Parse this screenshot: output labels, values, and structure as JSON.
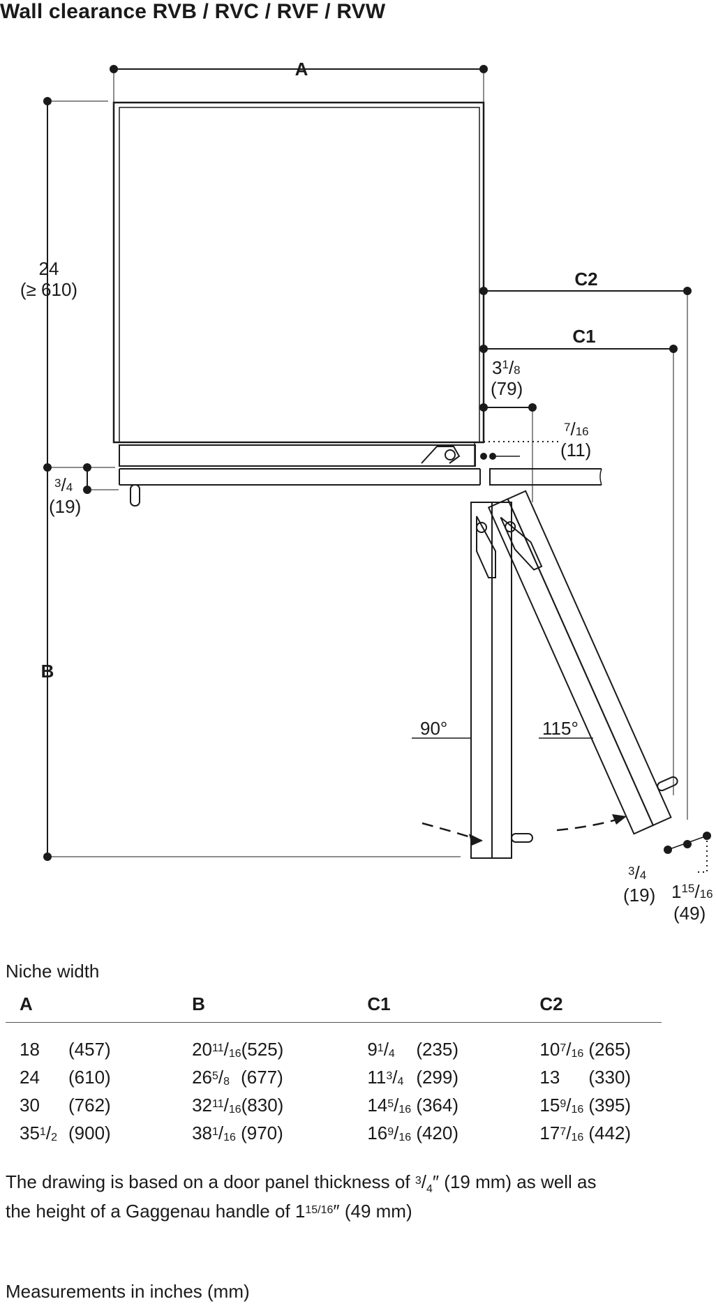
{
  "title": "Wall clearance RVB / RVC / RVF / RVW",
  "diagram": {
    "label_A": "A",
    "label_B": "B",
    "label_C1": "C1",
    "label_C2": "C2",
    "depth_in": "24",
    "depth_mm": "(≥ 610)",
    "gap_3_1_8_whole": "3",
    "gap_3_1_8_num": "1",
    "gap_3_1_8_den": "8",
    "gap_3_1_8_mm": "(79)",
    "gap_7_16_num": "7",
    "gap_7_16_den": "16",
    "gap_7_16_mm": "(11)",
    "left_3_4_num": "3",
    "left_3_4_den": "4",
    "left_3_4_mm": "(19)",
    "angle_90": "90°",
    "angle_115": "115°",
    "panel_3_4_num": "3",
    "panel_3_4_den": "4",
    "panel_3_4_mm": "(19)",
    "handle_whole": "1",
    "handle_num": "15",
    "handle_den": "16",
    "handle_mm": "(49)"
  },
  "table": {
    "label": "Niche width",
    "headers": [
      "A",
      "B",
      "C1",
      "C2"
    ],
    "rows": [
      [
        {
          "whole": "18",
          "sup": "",
          "sub": "",
          "mm": "(457)"
        },
        {
          "whole": "20",
          "sup": "11",
          "sub": "16",
          "mm": "(525)"
        },
        {
          "whole": "9",
          "sup": "1",
          "sub": "4",
          "mm": "(235)"
        },
        {
          "whole": "10",
          "sup": "7",
          "sub": "16",
          "mm": "(265)"
        }
      ],
      [
        {
          "whole": "24",
          "sup": "",
          "sub": "",
          "mm": "(610)"
        },
        {
          "whole": "26",
          "sup": "5",
          "sub": "8",
          "mm": "(677)"
        },
        {
          "whole": "11",
          "sup": "3",
          "sub": "4",
          "mm": "(299)"
        },
        {
          "whole": "13",
          "sup": "",
          "sub": "",
          "mm": "(330)"
        }
      ],
      [
        {
          "whole": "30",
          "sup": "",
          "sub": "",
          "mm": "(762)"
        },
        {
          "whole": "32",
          "sup": "11",
          "sub": "16",
          "mm": "(830)"
        },
        {
          "whole": "14",
          "sup": "5",
          "sub": "16",
          "mm": "(364)"
        },
        {
          "whole": "15",
          "sup": "9",
          "sub": "16",
          "mm": "(395)"
        }
      ],
      [
        {
          "whole": "35",
          "sup": "1",
          "sub": "2",
          "mm": "(900)"
        },
        {
          "whole": "38",
          "sup": "1",
          "sub": "16",
          "mm": "(970)"
        },
        {
          "whole": "16",
          "sup": "9",
          "sub": "16",
          "mm": "(420)"
        },
        {
          "whole": "17",
          "sup": "7",
          "sub": "16",
          "mm": "(442)"
        }
      ]
    ]
  },
  "note": {
    "line1_a": "The drawing is based on a door panel thickness of ",
    "line1_frac_num": "3",
    "line1_frac_den": "4",
    "line1_b": "″ (19 mm) as well as",
    "line2_a": "the height of a Gaggenau handle of 1",
    "line2_frac": "15/16",
    "line2_b": "″ (49 mm)"
  },
  "footer": "Measurements in inches (mm)"
}
